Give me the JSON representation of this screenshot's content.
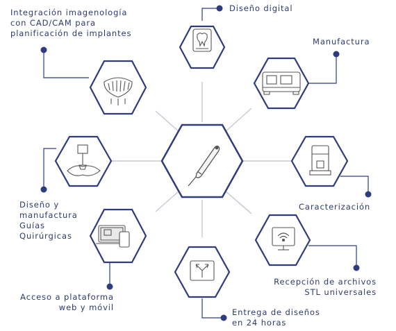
{
  "colors": {
    "accent": "#2e3c7e",
    "connector": "#c9cbd6",
    "icon": "#555555"
  },
  "center": {
    "icon": "intraoral-scanner-icon"
  },
  "nodes": [
    {
      "id": "design",
      "icon": "dental-crown-design-icon",
      "lines": [
        "Diseño digital"
      ]
    },
    {
      "id": "manufacture",
      "icon": "milling-machine-icon",
      "lines": [
        "Manufactura"
      ]
    },
    {
      "id": "characterization",
      "icon": "furnace-icon",
      "lines": [
        "Caracterización"
      ]
    },
    {
      "id": "stl",
      "icon": "wifi-monitor-icon",
      "lines": [
        "Recepción de archivos",
        "STL universales"
      ]
    },
    {
      "id": "delivery",
      "icon": "arrows-icon",
      "lines": [
        "Entrega de diseños",
        "en 24 horas"
      ]
    },
    {
      "id": "platform",
      "icon": "devices-icon",
      "lines": [
        "Acceso a plataforma",
        "web y móvil"
      ]
    },
    {
      "id": "guides",
      "icon": "surgical-guide-icon",
      "lines": [
        "Diseño y",
        "manufactura",
        "Guías",
        "Quirúrgicas"
      ]
    },
    {
      "id": "imaging",
      "icon": "cad-cam-implant-icon",
      "lines": [
        "Integración imagenología",
        "con CAD/CAM para",
        "planificación de implantes"
      ]
    }
  ]
}
